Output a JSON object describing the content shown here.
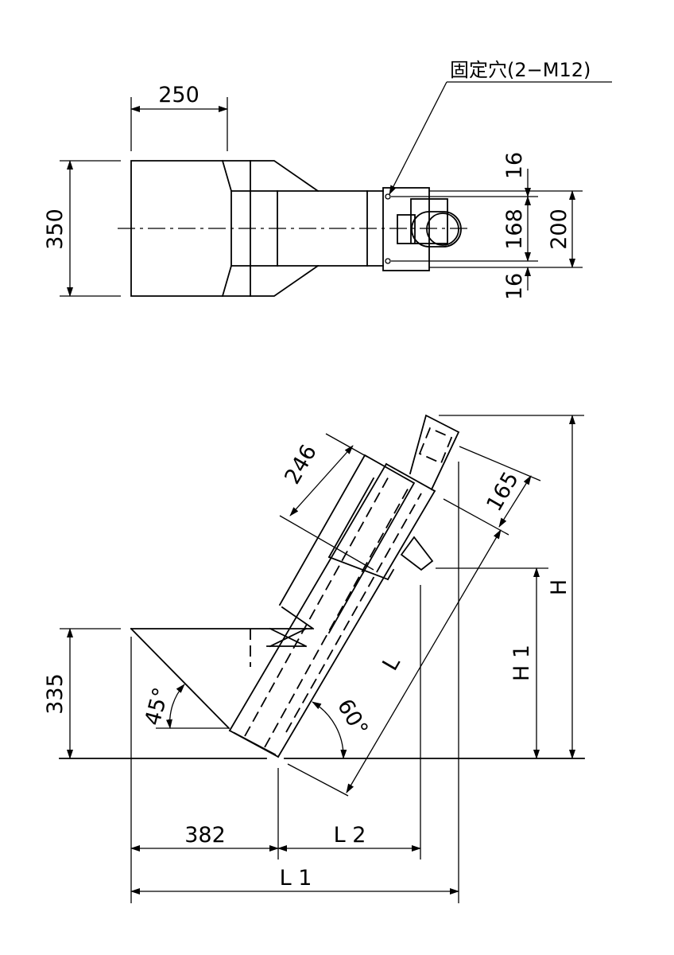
{
  "top_view": {
    "fixing_hole_label": "固定穴(2−M12)",
    "dim_width": "250",
    "dim_height": "350",
    "dim_hole_top": "16",
    "dim_hole_pitch": "168",
    "dim_hole_bottom": "16",
    "dim_flange": "200"
  },
  "side_view": {
    "dim_246": "246",
    "dim_165": "165",
    "dim_h": "H",
    "dim_h1": "H 1",
    "dim_l": "L",
    "dim_335": "335",
    "angle_45": "45°",
    "angle_60": "60°",
    "dim_382": "382",
    "dim_l2": "L 2",
    "dim_l1": "L 1"
  }
}
